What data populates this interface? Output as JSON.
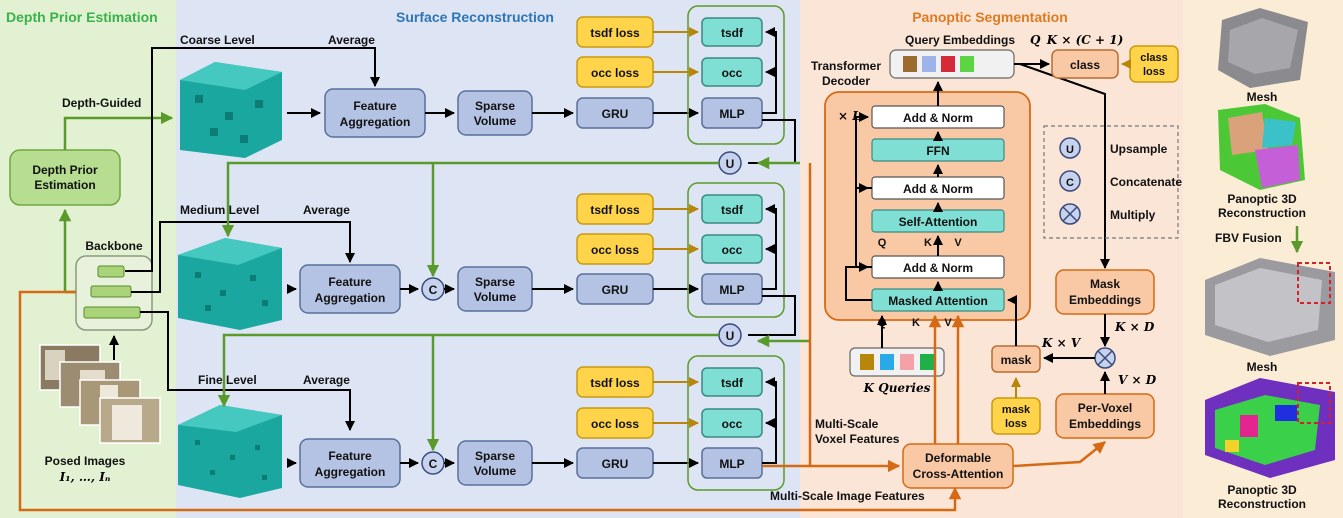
{
  "sections": {
    "depth": "Depth Prior Estimation",
    "surface": "Surface Reconstruction",
    "panoptic": "Panoptic Segmentation"
  },
  "depth": {
    "module": [
      "Depth Prior",
      "Estimation"
    ],
    "depth_guided": "Depth-Guided",
    "backbone": "Backbone",
    "posed_images": "Posed Images",
    "images_notation": "I₁, …, Iₙ"
  },
  "levels": [
    {
      "name": "Coarse Level",
      "average": "Average"
    },
    {
      "name": "Medium Level",
      "average": "Average"
    },
    {
      "name": "Fine Level",
      "average": "Average"
    }
  ],
  "modules": {
    "feature_aggregation": [
      "Feature",
      "Aggregation"
    ],
    "sparse_volume": [
      "Sparse",
      "Volume"
    ],
    "gru": "GRU",
    "mlp": "MLP",
    "tsdf": "tsdf",
    "occ": "occ",
    "tsdf_loss": "tsdf loss",
    "occ_loss": "occ loss",
    "upsample_symbol": "U",
    "concat_symbol": "C"
  },
  "panoptic": {
    "query_embeddings": "Query Embeddings",
    "query_symbol": "Q",
    "class_dim": "K × (C + 1)",
    "class": "class",
    "class_loss": [
      "class",
      "loss"
    ],
    "transformer_decoder": [
      "Transformer",
      "Decoder"
    ],
    "times_l": "× L",
    "add_norm": "Add & Norm",
    "ffn": "FFN",
    "self_attention": "Self-Attention",
    "masked_attention": "Masked Attention",
    "qkv": [
      "Q",
      "K",
      "V"
    ],
    "k_queries": "K Queries",
    "legend": {
      "upsample": "Upsample",
      "concatenate": "Concatenate",
      "multiply": "Multiply"
    },
    "mask_embeddings": [
      "Mask",
      "Embeddings"
    ],
    "k_times_d": "K × D",
    "k_times_v": "K × V",
    "v_times_d": "V × D",
    "mask": "mask",
    "mask_loss": [
      "mask",
      "loss"
    ],
    "per_voxel_embeddings": [
      "Per-Voxel",
      "Embeddings"
    ],
    "deformable": [
      "Deformable",
      "Cross-Attention"
    ],
    "multi_scale_voxel": [
      "Multi-Scale",
      "Voxel Features"
    ],
    "multi_scale_image": "Multi-Scale Image Features"
  },
  "results": {
    "mesh": "Mesh",
    "panoptic_recon": [
      "Panoptic 3D",
      "Reconstruction"
    ],
    "fbv_fusion": "FBV Fusion"
  },
  "colors": {
    "depth_bg": "#e3f1d3",
    "surface_bg": "#dde5f4",
    "panoptic_bg": "#fbe5d6",
    "result_bg": "#fbecd6",
    "green_title": "#37b34a",
    "blue_title": "#2e75b6",
    "orange_title": "#e07a22",
    "module_blue": "#b4c3e3",
    "module_teal": "#7fdfd4",
    "loss_yellow": "#ffd44a",
    "orange_module": "#f9c9a5",
    "green_arrow": "#5a9a2a",
    "orange_arrow": "#d56a14",
    "voxel": "#1aa7a0"
  }
}
